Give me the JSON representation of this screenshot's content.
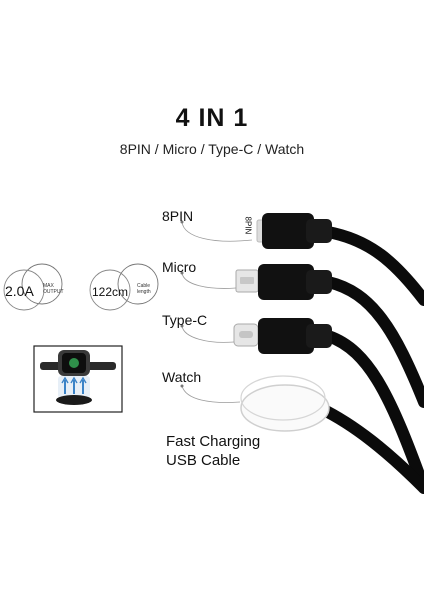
{
  "header": {
    "title": "4 IN 1",
    "subtitle": "8PIN / Micro / Type-C / Watch"
  },
  "labels": {
    "pin8": "8PIN",
    "micro": "Micro",
    "typec": "Type-C",
    "watch": "Watch",
    "connector_text": "8PIN"
  },
  "specs": {
    "current_value": "2.0A",
    "current_caption_1": "MAX",
    "current_caption_2": "OUTPUT",
    "length_value": "122cm",
    "length_caption_1": "Cable",
    "length_caption_2": "length"
  },
  "tagline": {
    "line1": "Fast Charging",
    "line2": "USB Cable"
  },
  "colors": {
    "cable": "#0b0b0b",
    "connector": "#111111",
    "leader_line": "#9a9a9a",
    "ring": "#cfcfcf"
  }
}
